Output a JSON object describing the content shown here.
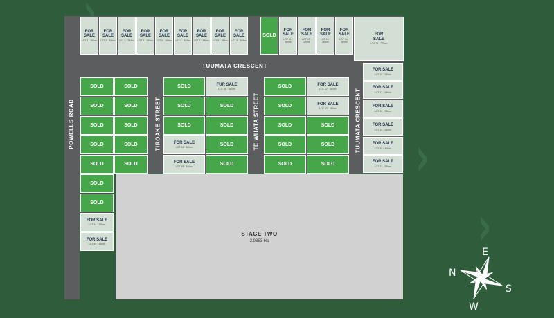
{
  "roads": {
    "top": "TUUMATA CRESCENT",
    "left": "POWELLS ROAD",
    "tiroake": "TIROAKE STREET",
    "tewhata": "TE WHATA STREET",
    "rightCrescent": "TUUMATA CRESCENT"
  },
  "lots": {
    "topRow": [
      {
        "status": "FOR SALE",
        "detail": "LOT 1 · 380m²"
      },
      {
        "status": "FOR SALE",
        "detail": "LOT 2 · 389m²"
      },
      {
        "status": "FOR SALE",
        "detail": "LOT 3 · 389m²"
      },
      {
        "status": "FOR SALE",
        "detail": "LOT 4 · 389m²"
      },
      {
        "status": "FOR SALE",
        "detail": "LOT 5 · 389m²"
      },
      {
        "status": "FOR SALE",
        "detail": "LOT 6 · 389m²"
      },
      {
        "status": "FOR SALE",
        "detail": "LOT 7 · 389m²"
      },
      {
        "status": "FOR SALE",
        "detail": "LOT 8 · 389m²"
      },
      {
        "status": "FOR SALE",
        "detail": "LOT 9 · 389m²"
      },
      {
        "status": "SOLD",
        "detail": ""
      },
      {
        "status": "FOR SALE",
        "detail": "LOT 11 · 389m²"
      },
      {
        "status": "FOR SALE",
        "detail": "LOT 12 · 389m²"
      },
      {
        "status": "FOR SALE",
        "detail": "LOT 13 · 389m²"
      },
      {
        "status": "FOR SALE",
        "detail": "LOT 14 · 389m²"
      },
      {
        "status": "FOR SALE",
        "detail": "LOT 15 · 720m²"
      }
    ],
    "rightCol": [
      {
        "status": "FOR SALE",
        "detail": "LOT 16 · 380m²"
      },
      {
        "status": "FOR SALE",
        "detail": "LOT 17 · 380m²"
      },
      {
        "status": "FOR SALE",
        "detail": "LOT 18 · 380m²"
      },
      {
        "status": "FOR SALE",
        "detail": "LOT 19 · 380m²"
      },
      {
        "status": "FOR SALE",
        "detail": "LOT 20 · 380m²"
      },
      {
        "status": "FOR SALE",
        "detail": "LOT 21 · 380m²"
      }
    ],
    "blockA": [
      {
        "status": "SOLD",
        "detail": ""
      },
      {
        "status": "SOLD",
        "detail": ""
      },
      {
        "status": "SOLD",
        "detail": ""
      },
      {
        "status": "SOLD",
        "detail": ""
      },
      {
        "status": "SOLD",
        "detail": ""
      },
      {
        "status": "SOLD",
        "detail": ""
      },
      {
        "status": "SOLD",
        "detail": ""
      },
      {
        "status": "SOLD",
        "detail": ""
      },
      {
        "status": "SOLD",
        "detail": ""
      },
      {
        "status": "SOLD",
        "detail": ""
      },
      {
        "status": "SOLD",
        "detail": ""
      },
      {
        "status": "SOLD",
        "detail": ""
      },
      {
        "status": "FOR SALE",
        "detail": "LOT 44 · 380m²"
      },
      {
        "status": "FOR SALE",
        "detail": "LOT 45 · 380m²"
      }
    ],
    "blockB": [
      {
        "status": "SOLD",
        "detail": ""
      },
      {
        "status": "FUR SALE",
        "detail": "LOT 30 · 380m²"
      },
      {
        "status": "SOLD",
        "detail": ""
      },
      {
        "status": "SOLD",
        "detail": ""
      },
      {
        "status": "SOLD",
        "detail": ""
      },
      {
        "status": "SOLD",
        "detail": ""
      },
      {
        "status": "FOR SALE",
        "detail": "LOT 34 · 380m²"
      },
      {
        "status": "SOLD",
        "detail": ""
      },
      {
        "status": "FOR SALE",
        "detail": "LOT 35 · 380m²"
      },
      {
        "status": "SOLD",
        "detail": ""
      }
    ],
    "blockC": [
      {
        "status": "SOLD",
        "detail": ""
      },
      {
        "status": "FOR SALE",
        "detail": "LOT 22 · 380m²"
      },
      {
        "status": "SOLD",
        "detail": ""
      },
      {
        "status": "FOR SALE",
        "detail": "LOT 23 · 380m²"
      },
      {
        "status": "SOLD",
        "detail": ""
      },
      {
        "status": "SOLD",
        "detail": ""
      },
      {
        "status": "SOLD",
        "detail": ""
      },
      {
        "status": "SOLD",
        "detail": ""
      },
      {
        "status": "SOLD",
        "detail": ""
      },
      {
        "status": "SOLD",
        "detail": ""
      }
    ]
  },
  "stage": {
    "title": "STAGE TWO",
    "area": "2.9853 Ha"
  },
  "compass": {
    "n": "N",
    "e": "E",
    "s": "S",
    "w": "W"
  },
  "colors": {
    "sold": "#45a749",
    "forSale": "#d3dfd4",
    "road": "#5c5d5f",
    "background": "#2f5d3c"
  }
}
